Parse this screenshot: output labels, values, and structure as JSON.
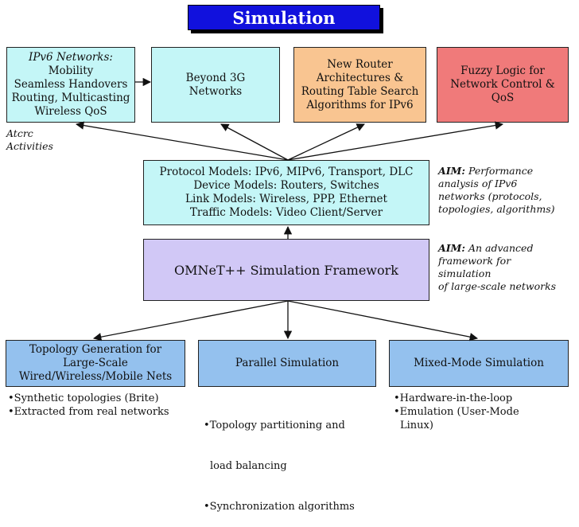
{
  "title": "Simulation Activities",
  "top_boxes": {
    "ipv6": [
      "IPv6 Networks:",
      "Mobility",
      "Seamless Handovers",
      "Routing, Multicasting",
      "Wireless QoS"
    ],
    "beyond3g": [
      "Beyond 3G",
      "Networks"
    ],
    "router": [
      "New Router",
      "Architectures &",
      "Routing Table Search",
      "Algorithms for IPv6"
    ],
    "fuzzy": [
      "Fuzzy Logic for",
      "Network Control &",
      "QoS"
    ]
  },
  "atcrc_note": [
    "Atcrc",
    "Activities"
  ],
  "models_box": [
    "Protocol Models: IPv6, MIPv6, Transport, DLC",
    "Device Models: Routers, Switches",
    "Link Models: Wireless, PPP, Ethernet",
    "Traffic Models: Video Client/Server"
  ],
  "aim1": {
    "label": "AIM:",
    "lines": [
      "Performance",
      "analysis of IPv6",
      "networks (protocols,",
      "topologies, algorithms)"
    ]
  },
  "framework_box": "OMNeT++ Simulation Framework",
  "aim2": {
    "label": "AIM:",
    "lines": [
      "An advanced",
      "framework for",
      "simulation",
      "of large-scale networks"
    ]
  },
  "bottom_boxes": {
    "topology": [
      "Topology Generation for",
      "Large-Scale",
      "Wired/Wireless/Mobile Nets"
    ],
    "parallel": [
      "Parallel Simulation"
    ],
    "mixed": [
      "Mixed-Mode Simulation"
    ]
  },
  "bullets": {
    "topology": [
      "•Synthetic topologies (Brite)",
      "•Extracted from real networks"
    ],
    "parallel": [
      "•Topology partitioning and",
      " load balancing",
      "•Synchronization algorithms"
    ],
    "mixed": [
      "•Hardware-in-the-loop",
      "•Emulation (User-Mode",
      " Linux)"
    ]
  }
}
